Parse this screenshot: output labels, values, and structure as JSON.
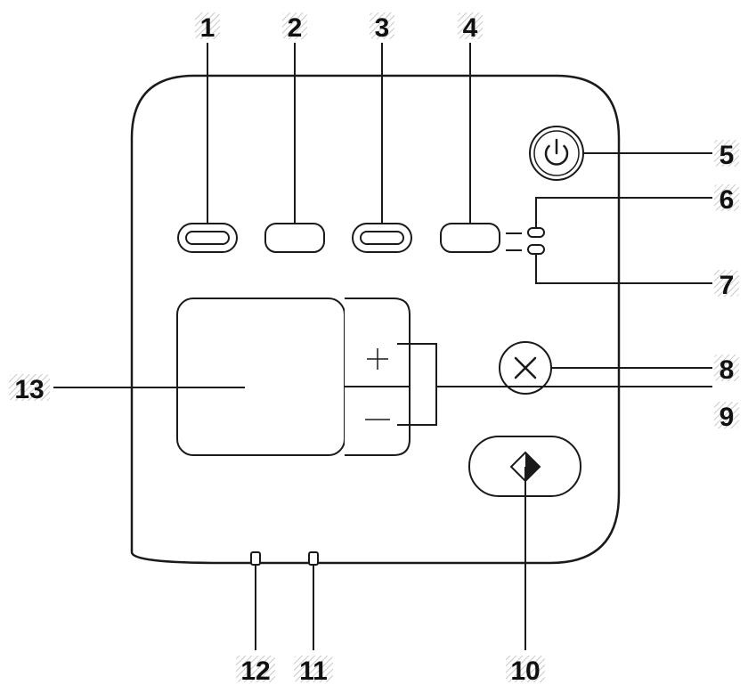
{
  "callouts": {
    "c1": "1",
    "c2": "2",
    "c3": "3",
    "c4": "4",
    "c5": "5",
    "c6": "6",
    "c7": "7",
    "c8": "8",
    "c9": "9",
    "c10": "10",
    "c11": "11",
    "c12": "12",
    "c13": "13"
  },
  "icons": {
    "power": "power-icon",
    "cancel": "cancel-x-icon",
    "start": "start-diamond-icon",
    "plus": "plus-icon",
    "minus": "minus-icon"
  },
  "colors": {
    "stroke": "#1a1a1a",
    "background": "#ffffff",
    "hatch": "#c9c9c9"
  }
}
